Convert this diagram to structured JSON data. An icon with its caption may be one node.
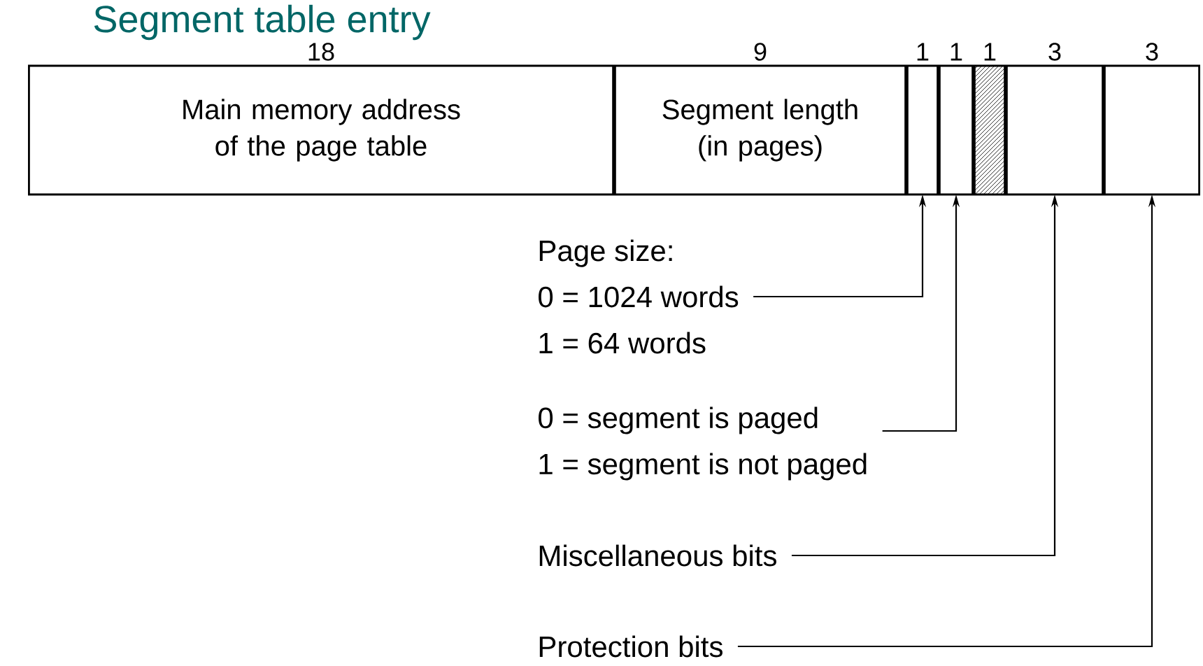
{
  "diagram": {
    "title": "Segment table entry",
    "nodes": [
      {
        "text": [
          "Main memory address of the page table"
        ],
        "beside": [
          "18"
        ]
      },
      {
        "text": [
          "Segment length (in pages)"
        ],
        "beside": [
          "9"
        ]
      },
      {
        "text": [],
        "shape": "box",
        "beside": [
          "1"
        ]
      },
      {
        "text": [],
        "shape": "box",
        "beside": [
          "1"
        ]
      },
      {
        "text": [],
        "shape": "box",
        "beside": [
          "1"
        ]
      },
      {
        "text": [],
        "shape": "box",
        "beside": [
          "3"
        ]
      },
      {
        "text": [],
        "shape": "box",
        "beside": [
          "3"
        ]
      },
      {
        "text": [
          "Page size:",
          "0 = 1024 words",
          "1 = 64 words"
        ]
      },
      {
        "text": [
          "0 = segment is paged",
          "1 = segment is not paged"
        ]
      },
      {
        "text": [
          "Miscellaneous bits"
        ]
      },
      {
        "text": [
          "Protection bits"
        ]
      }
    ],
    "edges": [
      {
        "from": 7,
        "to": 2,
        "arrow": "to"
      },
      {
        "from": 8,
        "to": 3,
        "arrow": "to"
      },
      {
        "from": 9,
        "to": 5,
        "arrow": "to"
      },
      {
        "from": 10,
        "to": 6,
        "arrow": "to"
      }
    ]
  }
}
